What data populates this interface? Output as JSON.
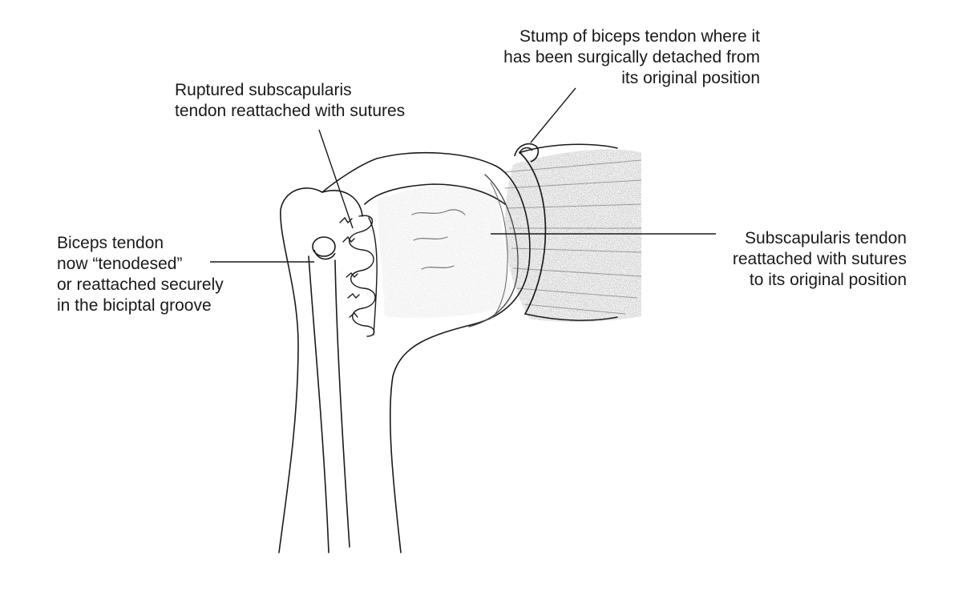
{
  "labels": {
    "stump": {
      "lines": [
        "Stump of biceps tendon where it",
        "has been surgically detached from",
        "its original position"
      ]
    },
    "ruptured": {
      "lines": [
        "Ruptured subscapularis",
        "tendon reattached with sutures"
      ]
    },
    "biceps": {
      "lines": [
        "Biceps tendon",
        "now “tenodesed”",
        "or reattached securely",
        "in the biciptal groove"
      ]
    },
    "subscapularis": {
      "lines": [
        "Subscapularis tendon",
        "reattached with sutures",
        "to its original position"
      ]
    }
  },
  "colors": {
    "ink": "#1a1a1a",
    "shading": "#9a9a9a",
    "background": "#ffffff"
  }
}
